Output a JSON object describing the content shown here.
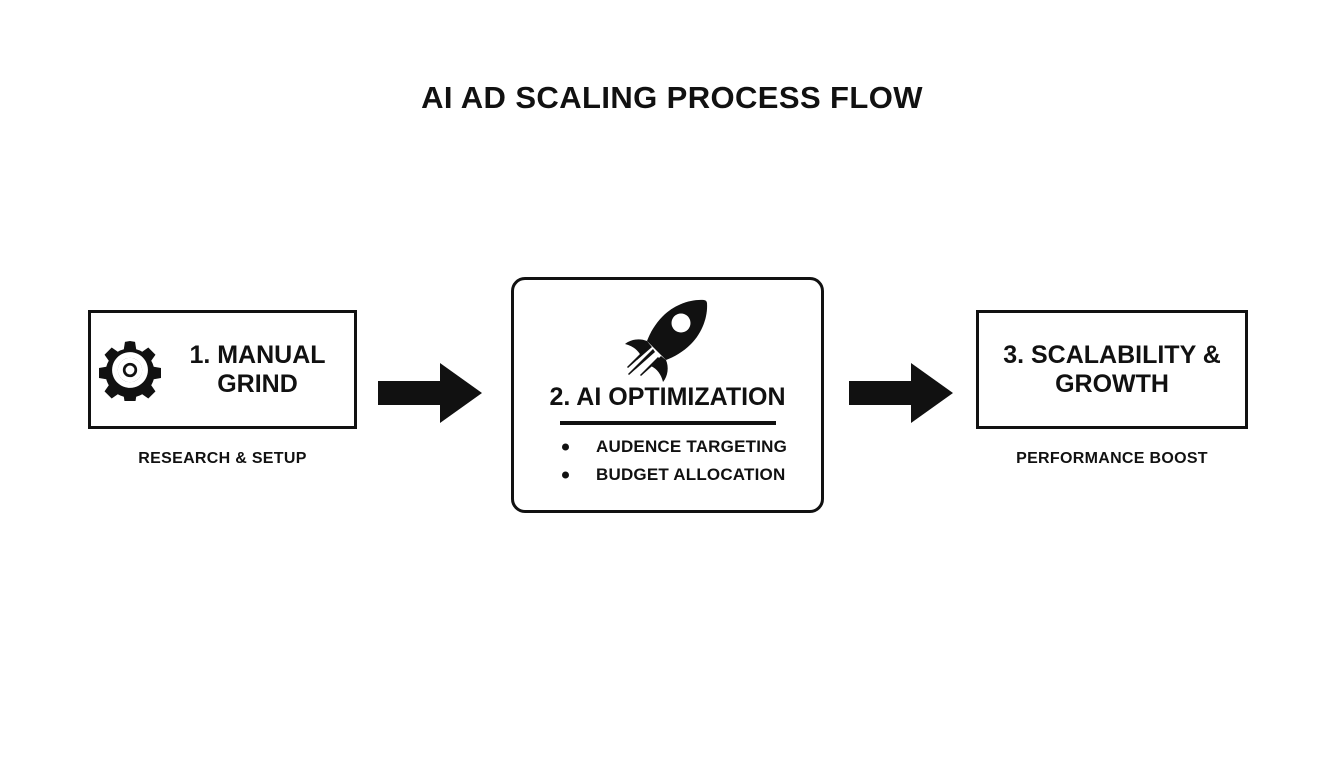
{
  "page": {
    "title": "AI AD SCALING PROCESS FLOW",
    "background_color": "#ffffff",
    "ink_color": "#111111"
  },
  "diagram": {
    "type": "process-flow",
    "direction": "left-to-right",
    "steps": [
      {
        "number": "1",
        "label": "1. MANUAL GRIND",
        "icon": "gear-icon",
        "caption": "RESEARCH & SETUP",
        "shape": "rectangle",
        "bullets": []
      },
      {
        "number": "2",
        "label": "2. AI OPTIMIZATION",
        "icon": "rocket-icon",
        "caption": "",
        "shape": "rounded-rectangle",
        "bullets": [
          "AUDENCE TARGETING",
          "BUDGET ALLOCATION"
        ]
      },
      {
        "number": "3",
        "label": "3. SCALABILITY & GROWTH",
        "icon": "",
        "caption": "PERFORMANCE BOOST",
        "shape": "rectangle",
        "bullets": []
      }
    ],
    "connectors": [
      {
        "name": "arrow-step1-to-step2",
        "icon": "right-arrow-icon"
      },
      {
        "name": "arrow-step2-to-step3",
        "icon": "right-arrow-icon"
      }
    ]
  }
}
